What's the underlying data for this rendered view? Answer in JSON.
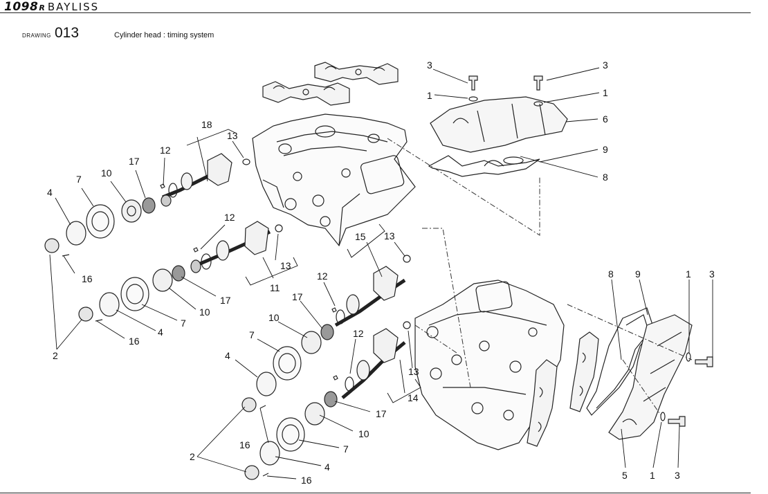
{
  "header": {
    "model": "1098",
    "model_suffix": "R",
    "brand_name": "BAYLISS",
    "drawing_label": "DRAWING",
    "drawing_number": "013",
    "title": "Cylinder head : timing system"
  },
  "callouts": {
    "c18a": "18",
    "c13a": "13",
    "c12a": "12",
    "c17a": "17",
    "c10a": "10",
    "c7a": "7",
    "c4a": "4",
    "c16a": "16",
    "c12b": "12",
    "c13b": "13",
    "c11": "11",
    "c17b": "17",
    "c10b": "10",
    "c7b": "7",
    "c4b": "4",
    "c16b": "16",
    "c2a": "2",
    "c3a": "3",
    "c1a": "1",
    "c3b": "3",
    "c1b": "1",
    "c6": "6",
    "c9a": "9",
    "c8a": "8",
    "c15": "15",
    "c13c": "13",
    "c12c": "12",
    "c17c": "17",
    "c10c": "10",
    "c7c": "7",
    "c4c": "4",
    "c12d": "12",
    "c13d": "13",
    "c14": "14",
    "c17d": "17",
    "c10d": "10",
    "c16c": "16",
    "c7d": "7",
    "c2b": "2",
    "c4d": "4",
    "c16d": "16",
    "c8b": "8",
    "c9b": "9",
    "c1c": "1",
    "c3c": "3",
    "c5": "5",
    "c1d": "1",
    "c3d": "3"
  }
}
